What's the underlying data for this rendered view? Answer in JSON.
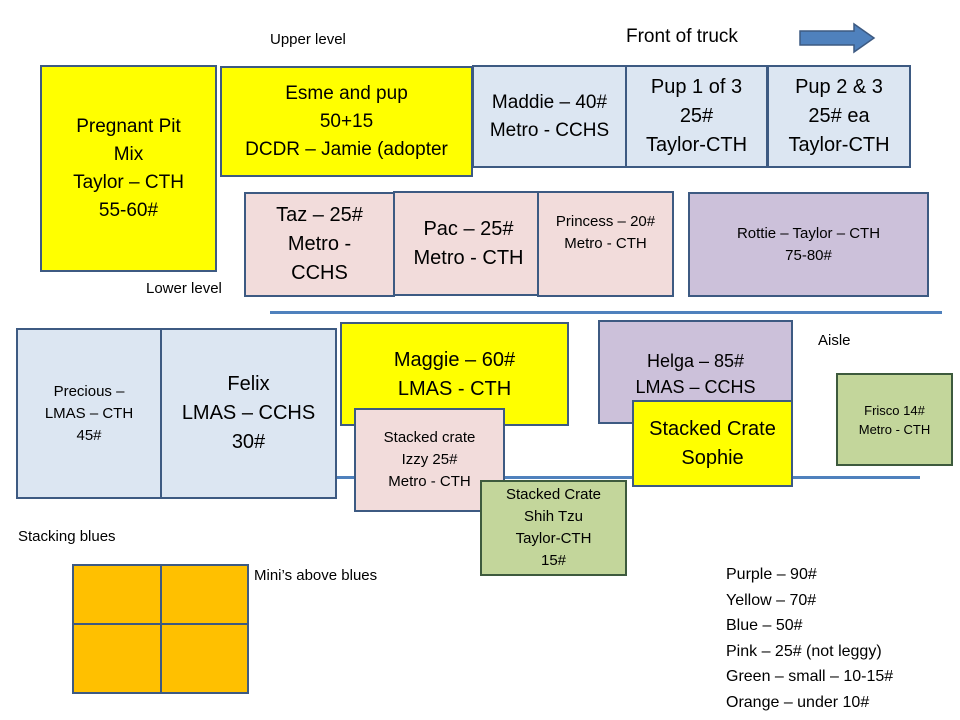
{
  "labels": {
    "upper_level": "Upper level",
    "front_of_truck": "Front of truck",
    "lower_level": "Lower level",
    "aisle": "Aisle",
    "stacking_blues": "Stacking blues",
    "minis_above_blues": "Mini’s above blues"
  },
  "crates": {
    "pregnant_pit": [
      "Pregnant Pit",
      "Mix",
      "Taylor – CTH",
      "55-60#"
    ],
    "esme": [
      "Esme and pup",
      "50+15",
      "DCDR – Jamie (adopter"
    ],
    "maddie": [
      "Maddie – 40#",
      "Metro - CCHS"
    ],
    "pup1": [
      "Pup 1 of 3",
      "25#",
      "Taylor-CTH"
    ],
    "pup23": [
      "Pup 2 & 3",
      "25# ea",
      "Taylor-CTH"
    ],
    "taz": [
      "Taz – 25#",
      "Metro -",
      "CCHS"
    ],
    "pac": [
      "Pac – 25#",
      "Metro - CTH"
    ],
    "princess": [
      "Princess  – 20#",
      "Metro - CTH"
    ],
    "rottie": [
      "Rottie – Taylor – CTH",
      "75-80#"
    ],
    "precious": [
      "Precious –",
      "LMAS – CTH",
      "45#"
    ],
    "felix": [
      "Felix",
      "LMAS – CCHS",
      "30#"
    ],
    "maggie": [
      "Maggie – 60#",
      "LMAS - CTH"
    ],
    "helga": [
      "Helga – 85#",
      "LMAS – CCHS"
    ],
    "sophie": [
      "Stacked Crate",
      "Sophie"
    ],
    "izzy": [
      "Stacked crate",
      "Izzy 25#",
      "Metro - CTH"
    ],
    "shihtzu": [
      "Stacked Crate",
      "Shih Tzu",
      "Taylor-CTH",
      "15#"
    ],
    "frisco": [
      "Frisco 14#",
      "Metro - CTH"
    ]
  },
  "legend": [
    "Purple – 90#",
    "Yellow – 70#",
    "Blue – 50#",
    "Pink – 25# (not leggy)",
    "Green – small – 10-15#",
    "Orange – under 10#"
  ],
  "colors": {
    "yellow": "#ffff00",
    "blue": "#dce6f2",
    "pink": "#f2dcdb",
    "purple": "#ccc1da",
    "green": "#c3d69b",
    "orange": "#ffc000",
    "line": "#4f81bd"
  }
}
